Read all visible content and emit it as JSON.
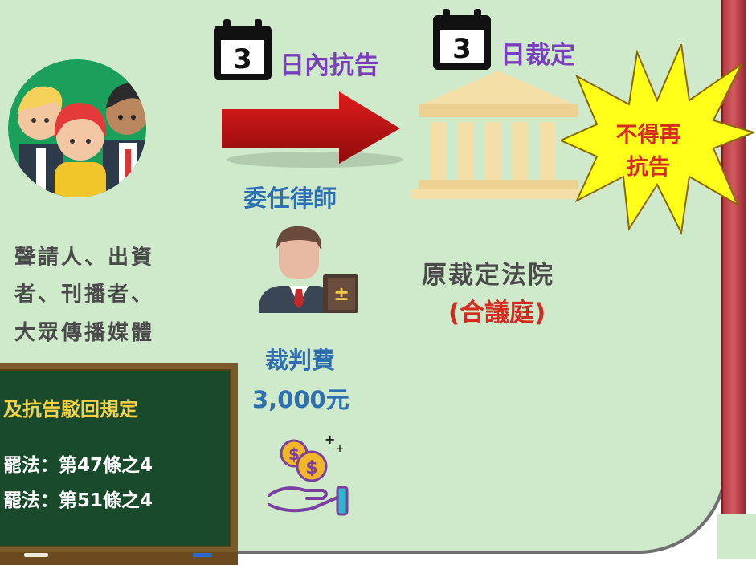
{
  "steps": {
    "appeal_days": "3",
    "appeal_label": "日內抗告",
    "ruling_days": "3",
    "ruling_label": "日裁定"
  },
  "applicants": {
    "line1": "聲請人、出資",
    "line2": "者、刊播者、",
    "line3": "大眾傳播媒體"
  },
  "lawyer_label": "委任律師",
  "fee": {
    "label": "裁判費",
    "amount": "3,000元"
  },
  "court": {
    "name": "原裁定法院",
    "panel": "(合議庭)"
  },
  "final_note": {
    "line1": "不得再",
    "line2": "抗告"
  },
  "board": {
    "title": "及抗告駁回規定",
    "line1": "罷法：第47條之4",
    "line2": "罷法：第51條之4"
  },
  "colors": {
    "accent_purple": "#7a3fbf",
    "accent_blue": "#2e6fb0",
    "warning_red": "#d42a1f",
    "burst_yellow": "#ffff1a"
  }
}
